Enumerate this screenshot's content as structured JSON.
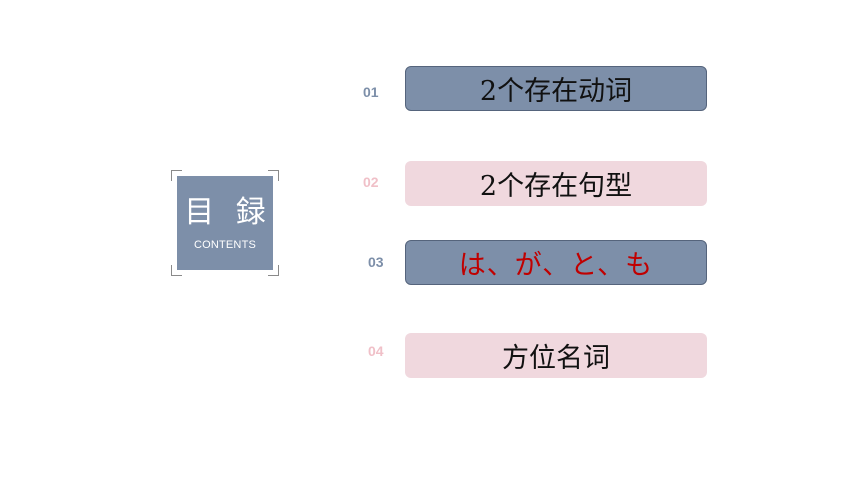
{
  "contents_box": {
    "title": "目 録",
    "subtitle": "CONTENTS"
  },
  "items": [
    {
      "number": "01",
      "label": "2个存在动词",
      "style": "blue",
      "number_color": "#7d8fa9",
      "text_color": "#111111"
    },
    {
      "number": "02",
      "label": "2个存在句型",
      "style": "pink",
      "number_color": "#f0c0c8",
      "text_color": "#111111"
    },
    {
      "number": "03",
      "label": "は、が、と、も",
      "style": "blue",
      "number_color": "#7d8fa9",
      "text_color": "#c00000"
    },
    {
      "number": "04",
      "label": "方位名词",
      "style": "pink",
      "number_color": "#f0c0c8",
      "text_color": "#111111"
    }
  ],
  "colors": {
    "blue_fill": "#7d8fa9",
    "pink_fill": "#f0d8de",
    "red_text": "#c00000"
  }
}
